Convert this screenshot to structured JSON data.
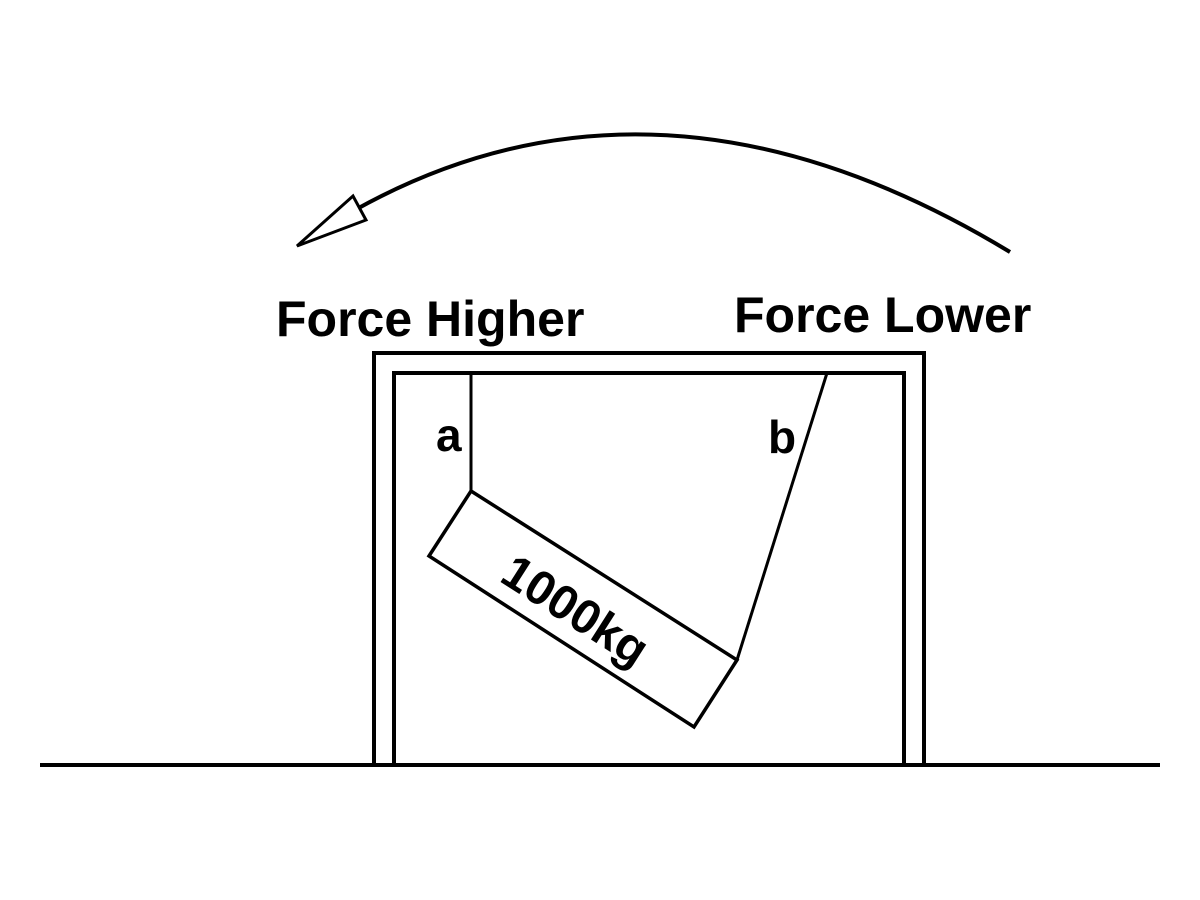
{
  "labels": {
    "force_higher": "Force Higher",
    "force_lower": "Force Lower",
    "point_a": "a",
    "point_b": "b",
    "mass": "1000kg"
  },
  "colors": {
    "stroke": "#000000",
    "background": "#ffffff"
  },
  "icons": {
    "arrow": "curved-arrow-left-icon"
  }
}
